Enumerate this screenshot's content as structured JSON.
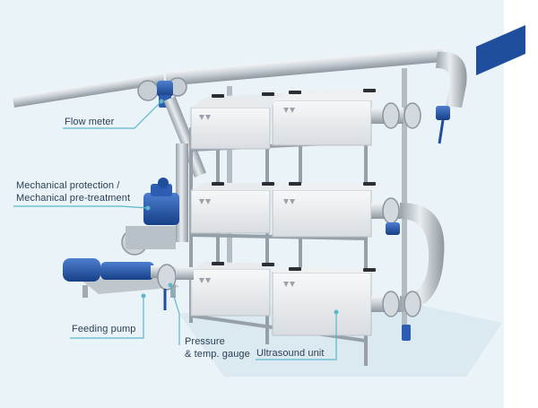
{
  "labels": {
    "flow_meter": "Flow meter",
    "mech_line1": "Mechanical protection /",
    "mech_line2": "Mechanical pre-treatment",
    "feeding_pump": "Feeding pump",
    "pressure_line1": "Pressure",
    "pressure_line2": "& temp. gauge",
    "ultrasound_unit": "Ultrasound unit"
  },
  "colors": {
    "background_panel": "#e9f3f8",
    "pipe": "#c4ccd3",
    "equipment_blue": "#1f4f9c",
    "label_line": "#5bb7c9",
    "label_text": "#2a3f55"
  }
}
